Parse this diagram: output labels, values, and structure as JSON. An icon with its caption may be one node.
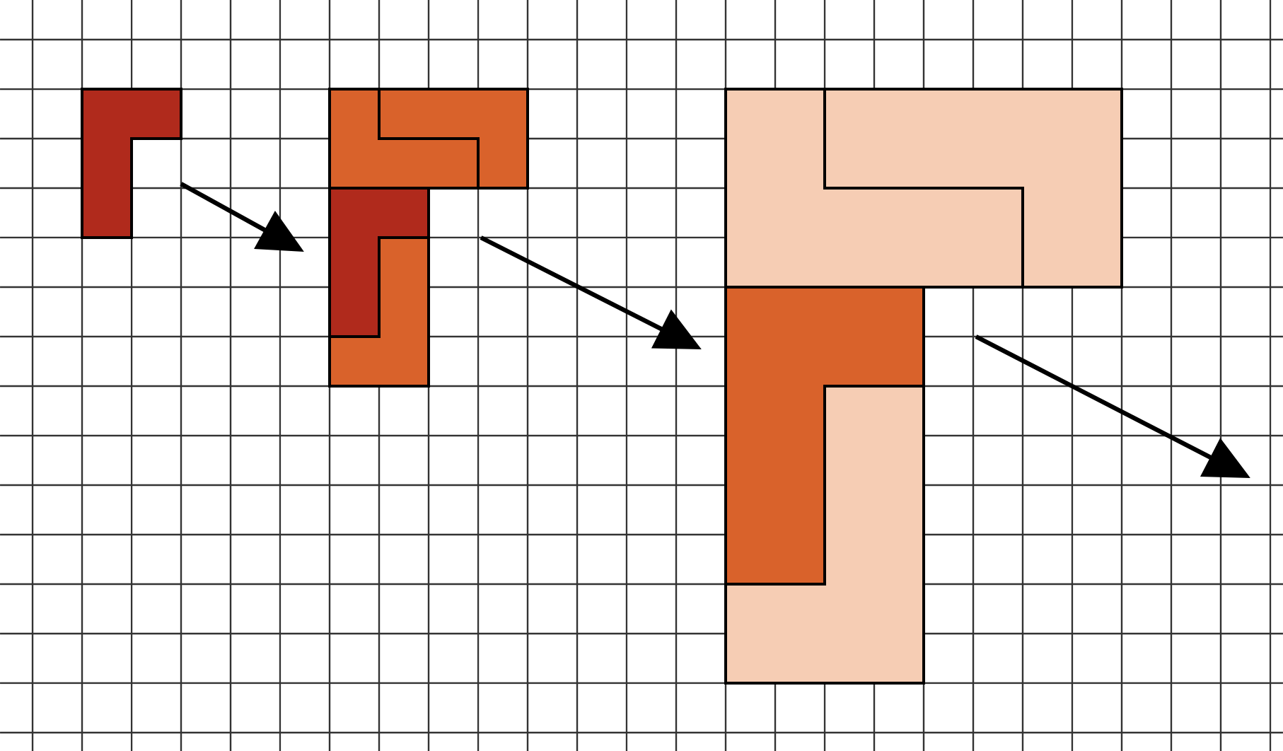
{
  "diagram": {
    "nodes": [
      {
        "text": [],
        "shape": "polygon"
      },
      {
        "text": [],
        "shape": "polygon"
      },
      {
        "text": [],
        "shape": "polygon"
      }
    ],
    "edges": [
      {
        "from": 0,
        "to": 1,
        "arrow": "to"
      },
      {
        "from": 1,
        "to": 2,
        "arrow": "to"
      },
      {
        "from": 2,
        "to": null,
        "arrow": "to"
      }
    ]
  }
}
